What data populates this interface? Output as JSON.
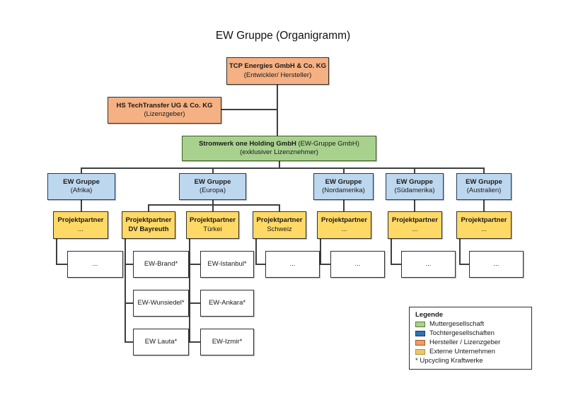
{
  "title": "EW Gruppe (Organigramm)",
  "palette": {
    "orange_fill": "#F5B183",
    "orange_border": "#2F2F2F",
    "green_fill": "#A9D18E",
    "green_border": "#3F5C28",
    "blue_fill": "#BDD7EE",
    "blue_border": "#1F3A5F",
    "yellow_fill": "#FFD966",
    "yellow_border": "#2F2F2F",
    "white_fill": "#FFFFFF",
    "white_border": "#2F2F2F",
    "connector": "#3F3F3F"
  },
  "nodes": {
    "tcp": {
      "name": "TCP Energies GmbH & Co. KG",
      "role": "(Entwickler/ Hersteller)"
    },
    "hs": {
      "name": "HS TechTransfer UG & Co. KG",
      "role": "(Lizenzgeber)"
    },
    "holding": {
      "name": "Stromwerk one Holding GmbH",
      "suffix": " (EW-Gruppe GmbH)",
      "role": "(exklusiver Lizenznehmer)"
    },
    "regions": [
      {
        "name": "EW Gruppe",
        "sub": "(Afrika)"
      },
      {
        "name": "EW Gruppe",
        "sub": "(Europa)"
      },
      {
        "name": "EW Gruppe",
        "sub": "(Nordamerika)"
      },
      {
        "name": "EW Gruppe",
        "sub": "(Südamerika)"
      },
      {
        "name": "EW Gruppe",
        "sub": "(Australien)"
      }
    ],
    "partners": [
      {
        "name": "Projektpartner",
        "sub": "..."
      },
      {
        "name": "Projektpartner",
        "sub": "DV Bayreuth"
      },
      {
        "name": "Projektpartner",
        "sub": "Türkei"
      },
      {
        "name": "Projektpartner",
        "sub": "Schweiz"
      },
      {
        "name": "Projektpartner",
        "sub": "..."
      },
      {
        "name": "Projektpartner",
        "sub": "..."
      },
      {
        "name": "Projektpartner",
        "sub": "..."
      }
    ],
    "plants": {
      "afrika": [
        "..."
      ],
      "bayreuth": [
        "EW-Brand*",
        "EW-Wunsiedel*",
        "EW Lauta*"
      ],
      "tuerkei": [
        "EW-Istanbul*",
        "EW-Ankara*",
        "EW-Izmir*"
      ],
      "others": [
        "...",
        "...",
        "...",
        "..."
      ]
    }
  },
  "legend": {
    "title": "Legende",
    "items": [
      {
        "label": "Muttergesellschaft",
        "fill": "#A9D18E",
        "border": "#538135"
      },
      {
        "label": "Tochtergesellschaften",
        "fill": "#2E74B5",
        "border": "#1F3A5F"
      },
      {
        "label": "Hersteller / Lizenzgeber",
        "fill": "#ED9C6A",
        "border": "#A85A22"
      },
      {
        "label": "Externe Unternehmen",
        "fill": "#EBC862",
        "border": "#B29243"
      }
    ],
    "note": "* Upcycling Kraftwerke"
  }
}
